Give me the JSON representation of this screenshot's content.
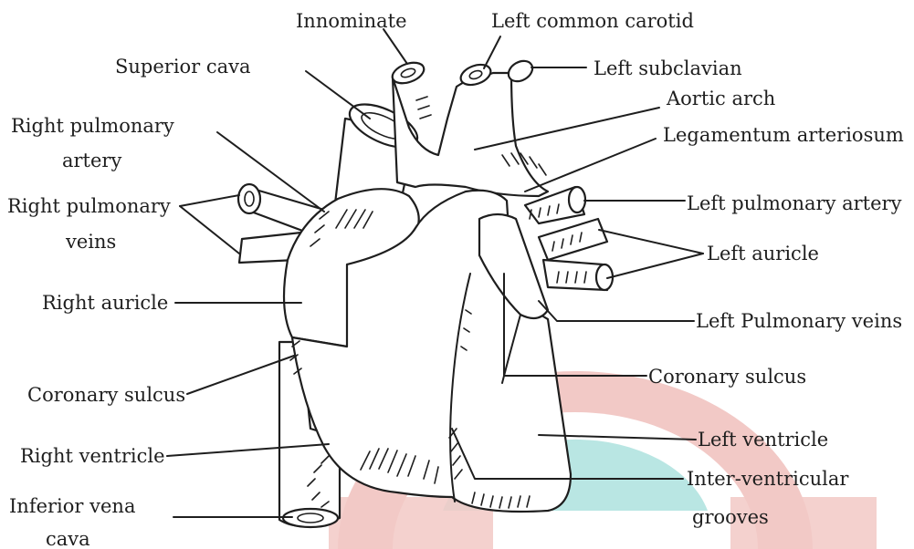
{
  "labels": {
    "innominate": "Innominate",
    "left_common_carotid": "Left common carotid",
    "superior_cava": "Superior cava",
    "left_subclavian": "Left subclavian",
    "aortic_arch": "Aortic arch",
    "right_pulmonary_artery_1": "Right pulmonary",
    "right_pulmonary_artery_2": "artery",
    "legamentum_arteriosum": "Legamentum arteriosum",
    "right_pulmonary_veins_1": "Right pulmonary",
    "right_pulmonary_veins_2": "veins",
    "left_pulmonary_artery": "Left pulmonary artery",
    "left_auricle": "Left auricle",
    "right_auricle": "Right auricle",
    "left_pulmonary_veins": "Left Pulmonary veins",
    "coronary_sulcus_left": "Coronary sulcus",
    "coronary_sulcus_right": "Coronary sulcus",
    "left_ventricle": "Left ventricle",
    "right_ventricle": "Right ventricle",
    "inter_ventricular_1": "Inter-ventricular",
    "inter_ventricular_2": "grooves",
    "inferior_vena_cava_1": "Inferior vena",
    "inferior_vena_cava_2": "cava"
  },
  "colors": {
    "watermark_outer": "#f2c9c6",
    "watermark_inner": "#b9e6e3",
    "ink": "#1e1e1e"
  }
}
